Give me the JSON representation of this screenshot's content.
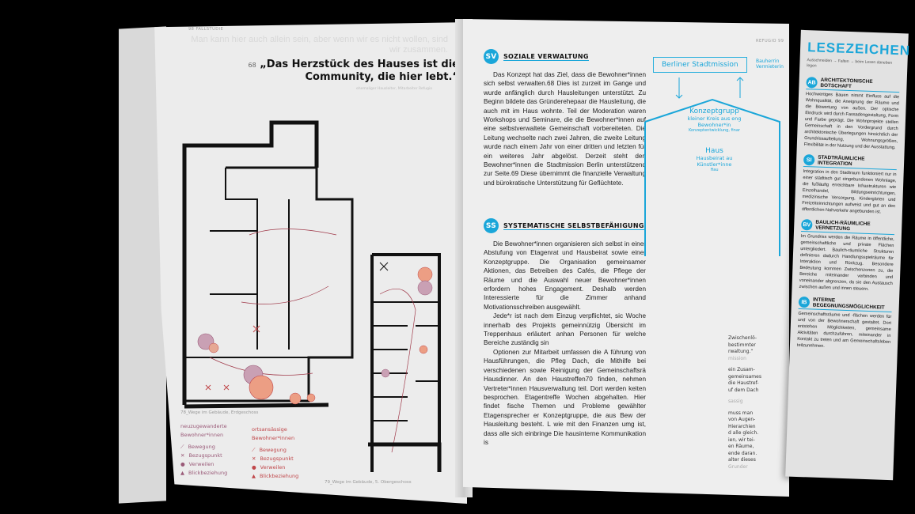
{
  "left_page": {
    "running_head": "98   FALLSTUDIE",
    "ghost_quote": "Man kann hier auch allein sein, aber wenn wir es nicht wollen, sind wir zusammen.",
    "quote_number": "68",
    "quote": "„Das Herzstück des Hauses ist die Community, die hier lebt.“",
    "quote_source": "ehemaliger Hausleiter, Mitarbeiter Refugio",
    "caption_ground": "78_Wege im Gebäude, Erdgeschoss",
    "caption_upper": "79_Wege im Gebäude, 5. Obergeschoss",
    "legend": {
      "new_residents": {
        "heading": "neuzugewanderte Bewohner*innen",
        "color": "#9a5a78",
        "items": [
          "Bewegung",
          "Bezugspunkt",
          "Verweilen",
          "Blickbeziehung"
        ]
      },
      "local_residents": {
        "heading": "ortsansässige Bewohner*innen",
        "color": "#c0474a",
        "items": [
          "Bewegung",
          "Bezugspunkt",
          "Verweilen",
          "Blickbeziehung"
        ]
      }
    }
  },
  "right_page": {
    "running_head": "REFUGIO   99",
    "sections": [
      {
        "badge": "SV",
        "title": "SOZIALE VERWALTUNG",
        "paragraphs": [
          "Das Konzept hat das Ziel, dass die Bewohner*innen sich selbst verwalten.68 Dies ist zurzeit im Gange und wurde anfänglich durch Hausleitungen unterstützt. Zu Beginn bildete das Gründerehepaar die Hausleitung, die auch mit im Haus wohnte. Teil der Moderation waren Workshops und Seminare, die die Bewohner*innen auf eine selbstverwaltete Gemeinschaft vorbereiteten. Die Leitung wechselte nach zwei Jahren, die zweite Leitung wurde nach einem Jahr von einer dritten und letzten für ein weiteres Jahr abgelöst. Derzeit steht den Bewohner*innen die Stadtmission Berlin unterstützend zur Seite.69 Diese übernimmt die finanzielle Verwaltung und bürokratische Unterstützung für Geflüchtete."
        ]
      },
      {
        "badge": "SS",
        "title": "SYSTEMATISCHE SELBSTBEFÄHIGUNG",
        "paragraphs": [
          "Die Bewohner*innen organisieren sich selbst in einer Abstufung von Etagenrat und Hausbeirat sowie einer Konzeptgruppe. Die Organisation gemeinsamer Aktionen, das Betreiben des Cafés, die Pflege der Räume und die Auswahl neuer Bewohner*innen erfordern hohes Engagement. Deshalb werden Interessierte für die Zimmer anhand Motivationsschreiben ausgewählt.",
          "Jede*r ist nach dem Einzug verpflichtet, sic Woche innerhalb des Projekts gemeinnützig Übersicht im Treppenhaus erläutert anhan Personen für welche Bereiche zuständig sin",
          "Optionen zur Mitarbeit umfassen die A führung von Hausführungen, die Pfleg Dach, die Mithilfe bei verschiedenen sowie Reinigung der Gemeinschaftsrä Hausdinner. An den Haustreffen70 finden, nehmen Vertreter*innen Hausverwaltung teil. Dort werden keiten besprochen. Etagentreffe Wochen abgehalten. Hier findet fische Themen und Probleme gewählter Etagensprecher er Konzeptgruppe, die aus Bew der Hausleitung besteht. L wie mit den Finanzen umg ist, dass alle sich einbringe Die hausinterne Kommunikation is"
        ]
      }
    ],
    "diagram": {
      "top_box": "Berliner Stadtmission",
      "top_side": "Bauherrin Vermieterin",
      "group_title": "Konzeptgrupp",
      "group_lines": [
        "kleiner Kreis aus eng",
        "Bewohner*in",
        "Konzeptentwicklung, finar"
      ],
      "house_title": "Haus",
      "house_lines": [
        "Hausbeirat au",
        "Künstler*inne",
        "Hau"
      ]
    },
    "tail_text": [
      "Zwischenlö-",
      "bestimmter",
      "rwaltung.“",
      "mission",
      "",
      "ein Zusam-",
      "gemeinsames",
      "die Haustref-",
      "uf dem Dach",
      "",
      "sassig",
      "",
      "muss man",
      "von Augen-",
      "Hierarchien",
      "d alle gleich.",
      "ien, wir tei-",
      "en Räume,",
      "ende daran.",
      "alter dieses",
      "Grunder"
    ]
  },
  "bookmark": {
    "title": "LESEZEICHEN",
    "subtitle": "Ausschneiden → Falten → beim Lesen daneben legen",
    "sections": [
      {
        "badge": "AB",
        "title": "ARCHITEKTONISCHE BOTSCHAFT",
        "text": "Hochwertiges Bauen nimmt Einfluss auf die Wohnqualität, die Aneignung der Räume und die Bewertung von außen. Der optische Eindruck wird durch Fassadengestaltung, Form und Farbe geprägt. Die Wohnprojekte stellen Gemeinschaft in den Vordergrund durch architektonische Überlegungen hinsichtlich der Grundrissaufteilung, Wohnungsgrößen, Flexibilität in der Nutzung und der Ausstattung."
      },
      {
        "badge": "SI",
        "title": "STADTRÄUMLICHE INTEGRATION",
        "text": "Integration in den Stadtraum funktioniert nur in einer städtisch gut eingebundenen Wohnlage, die fußläufig erreichbare Infrastrukturen wie Einzelhandel, Bildungseinrichtungen, medizinische Versorgung, Kindergärten und Freizeiteinrichtungen aufweist und gut an den öffentlichen Nahverkehr angebunden ist."
      },
      {
        "badge": "BV",
        "title": "BAULICH-RÄUMLICHE VERNETZUNG",
        "text": "Im Grundriss werden die Räume in öffentliche, gemeinschaftliche und private Flächen untergliedert. Baulich-räumliche Strukturen definieren dadurch Handlungsspielräume für Interaktion und Rückzug. Besondere Bedeutung kommen Zwischenzonen zu, die Bereiche miteinander verbinden und voneinander abgrenzen, da sie den Austausch zwischen außen und innen steuern."
      },
      {
        "badge": "IB",
        "title": "INTERNE BEGEGNUNGSMÖGLICHKEIT",
        "text": "Gemeinschaftsräume und -flächen werden für und von der Bewohnerschaft gestaltet. Dort entstehen Möglichkeiten, gemeinsame Aktivitäten durchzuführen, miteinander in Kontakt zu treten und am Gemeinschaftsleben teilzunehmen."
      }
    ]
  },
  "colors": {
    "accent_cyan": "#1aa6d9",
    "new_residents": "#9a5a78",
    "local_residents": "#c0474a",
    "background": "#000000"
  }
}
